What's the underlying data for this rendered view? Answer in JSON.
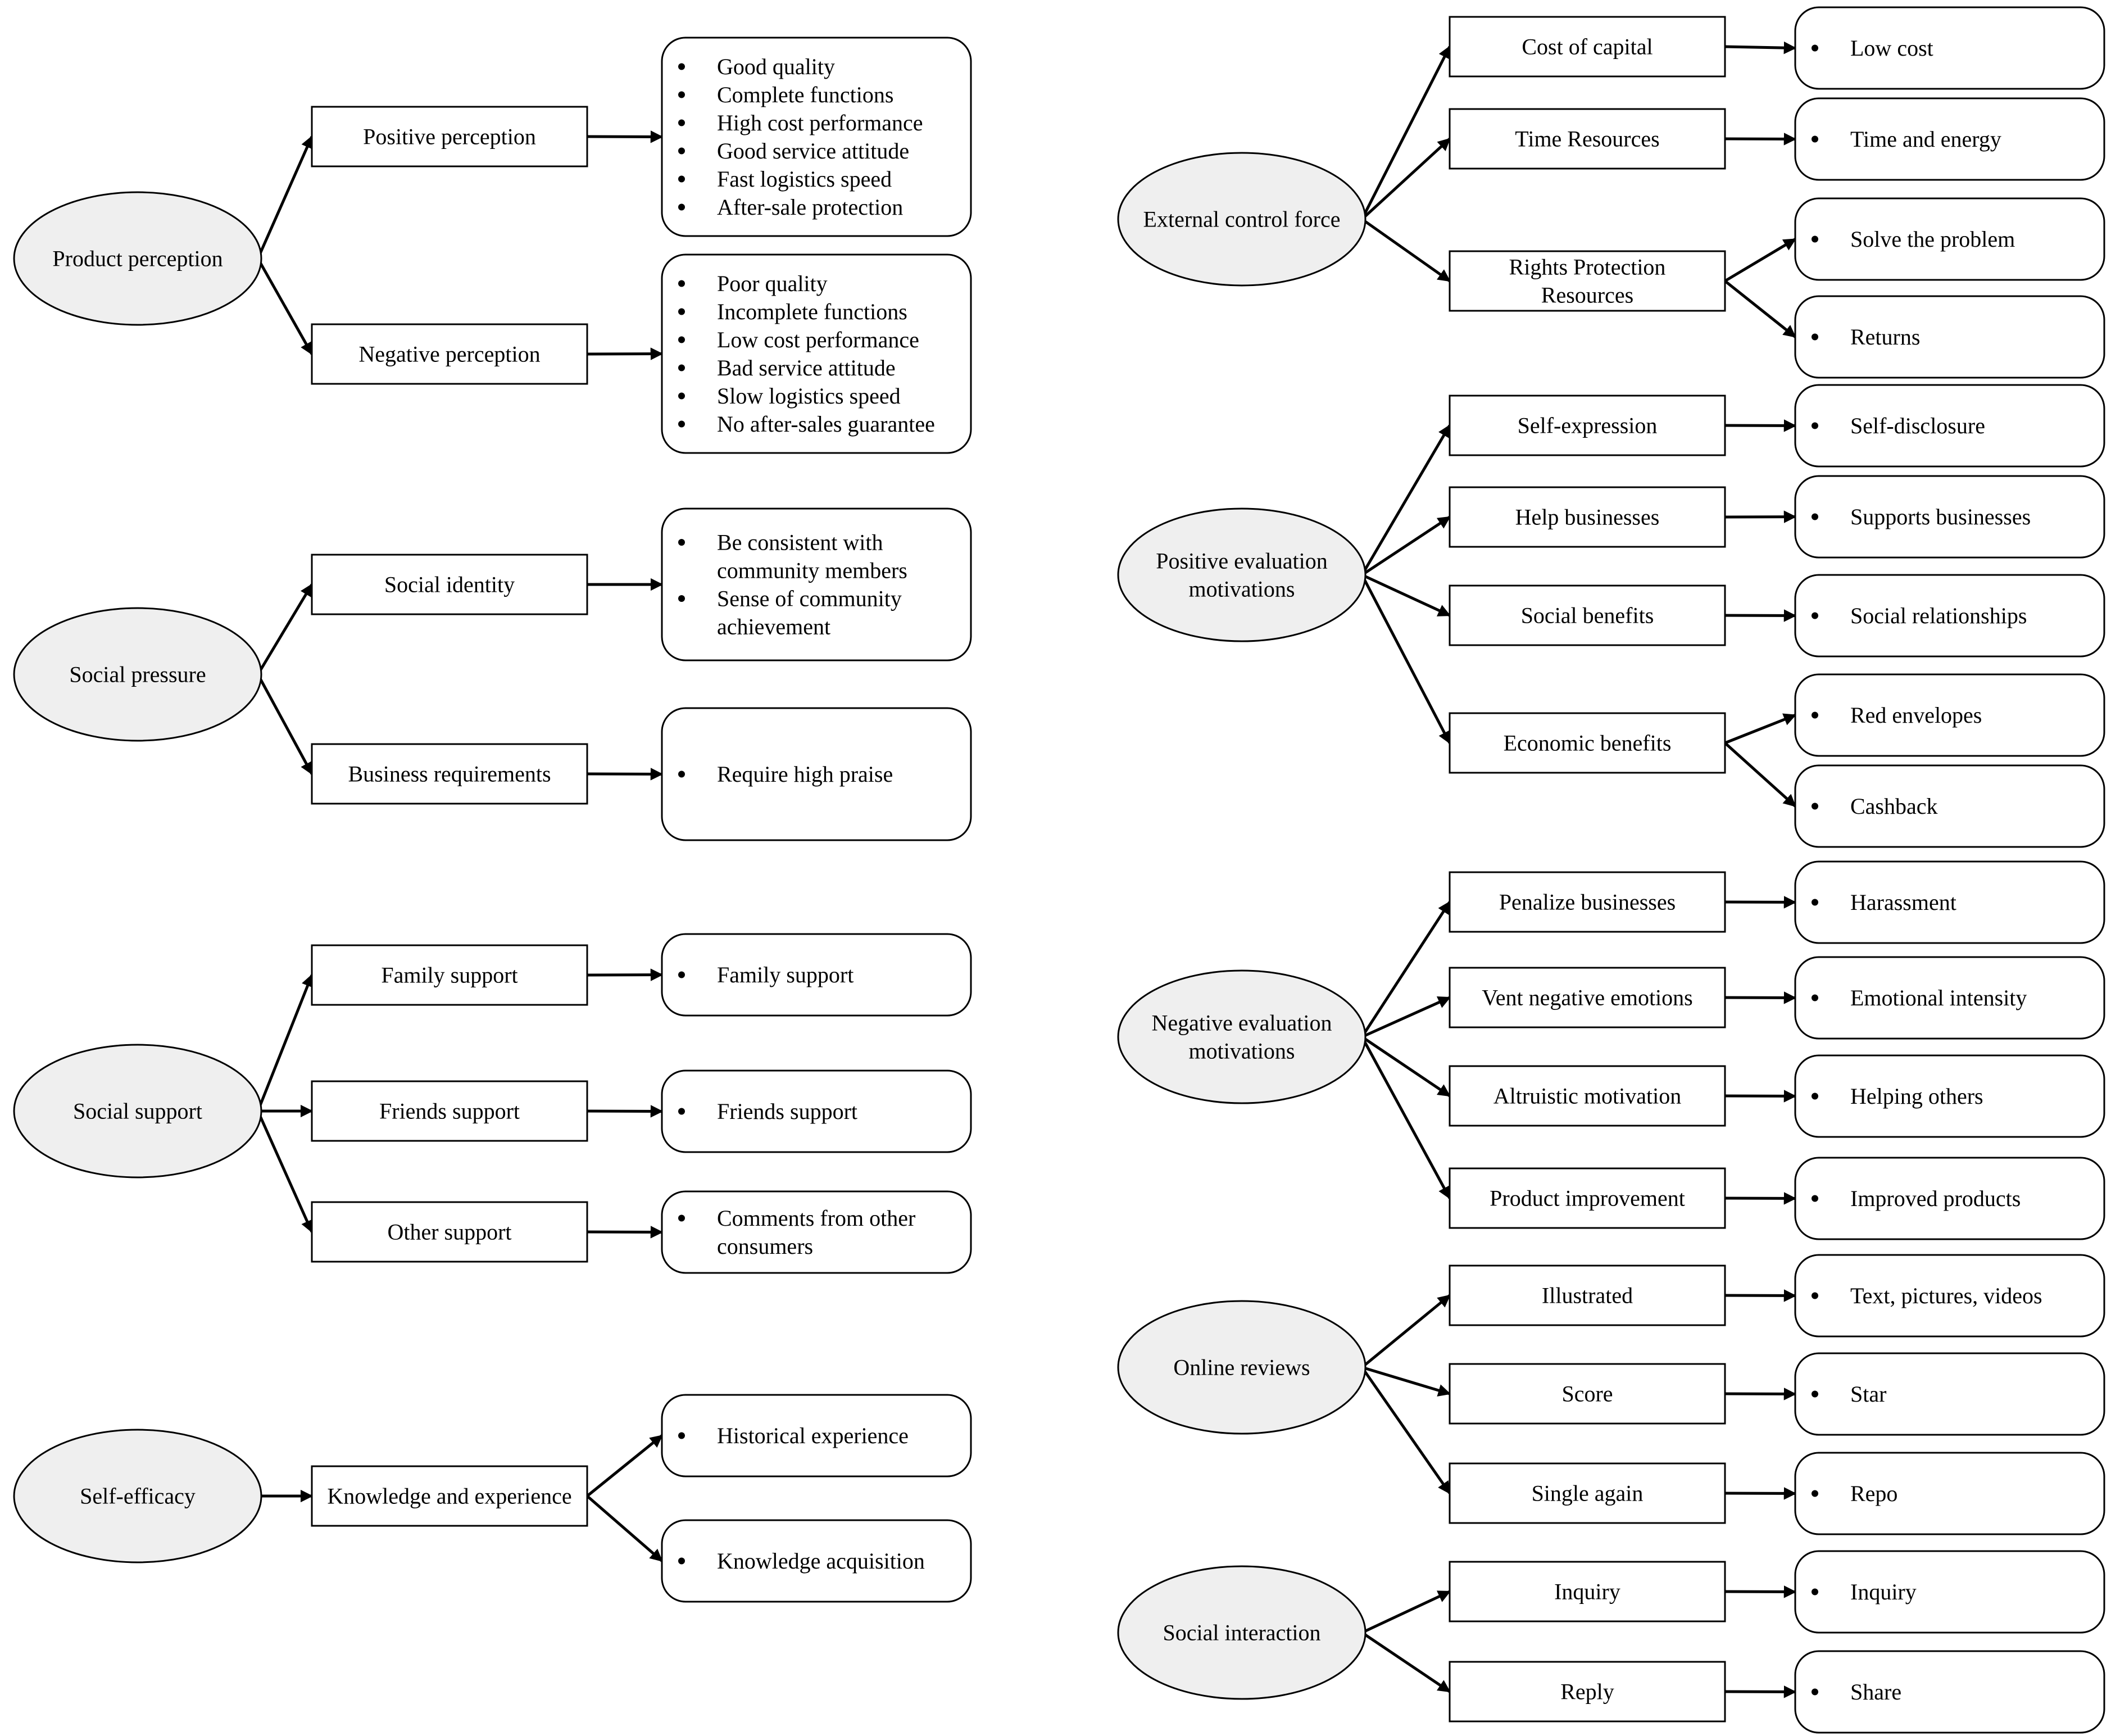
{
  "diagram": {
    "categories": [
      {
        "label": "Product perception",
        "factors": [
          {
            "label": "Positive perception",
            "outcomes": [
              {
                "items": [
                  "Good quality",
                  "Complete functions",
                  "High cost performance",
                  "Good service attitude",
                  "Fast logistics speed",
                  "After-sale protection"
                ]
              }
            ]
          },
          {
            "label": "Negative perception",
            "outcomes": [
              {
                "items": [
                  "Poor quality",
                  "Incomplete functions",
                  "Low cost performance",
                  "Bad service attitude",
                  "Slow logistics speed",
                  "No after-sales guarantee"
                ]
              }
            ]
          }
        ]
      },
      {
        "label": "Social pressure",
        "factors": [
          {
            "label": "Social identity",
            "outcomes": [
              {
                "items": [
                  "Be consistent with community members",
                  "Sense of community achievement"
                ]
              }
            ]
          },
          {
            "label": "Business requirements",
            "outcomes": [
              {
                "items": [
                  "Require high praise"
                ]
              }
            ]
          }
        ]
      },
      {
        "label": "Social support",
        "factors": [
          {
            "label": "Family support",
            "outcomes": [
              {
                "items": [
                  "Family support"
                ]
              }
            ]
          },
          {
            "label": "Friends support",
            "outcomes": [
              {
                "items": [
                  "Friends support"
                ]
              }
            ]
          },
          {
            "label": "Other support",
            "outcomes": [
              {
                "items": [
                  "Comments from other consumers"
                ]
              }
            ]
          }
        ]
      },
      {
        "label": "Self-efficacy",
        "factors": [
          {
            "label": "Knowledge and experience",
            "outcomes": [
              {
                "items": [
                  "Historical experience"
                ]
              },
              {
                "items": [
                  "Knowledge acquisition"
                ]
              }
            ]
          }
        ]
      },
      {
        "label": "External control force",
        "factors": [
          {
            "label": "Cost of capital",
            "outcomes": [
              {
                "items": [
                  "Low cost"
                ]
              }
            ]
          },
          {
            "label": "Time Resources",
            "outcomes": [
              {
                "items": [
                  "Time and energy"
                ]
              }
            ]
          },
          {
            "label": "Rights Protection Resources",
            "outcomes": [
              {
                "items": [
                  "Solve the problem"
                ]
              },
              {
                "items": [
                  "Returns"
                ]
              }
            ]
          }
        ]
      },
      {
        "label": "Positive evaluation motivations",
        "factors": [
          {
            "label": "Self-expression",
            "outcomes": [
              {
                "items": [
                  "Self-disclosure"
                ]
              }
            ]
          },
          {
            "label": "Help businesses",
            "outcomes": [
              {
                "items": [
                  "Supports businesses"
                ]
              }
            ]
          },
          {
            "label": "Social benefits",
            "outcomes": [
              {
                "items": [
                  "Social relationships"
                ]
              }
            ]
          },
          {
            "label": "Economic benefits",
            "outcomes": [
              {
                "items": [
                  "Red envelopes"
                ]
              },
              {
                "items": [
                  "Cashback"
                ]
              }
            ]
          }
        ]
      },
      {
        "label": "Negative evaluation motivations",
        "factors": [
          {
            "label": "Penalize businesses",
            "outcomes": [
              {
                "items": [
                  "Harassment"
                ]
              }
            ]
          },
          {
            "label": "Vent negative emotions",
            "outcomes": [
              {
                "items": [
                  "Emotional intensity"
                ]
              }
            ]
          },
          {
            "label": "Altruistic motivation",
            "outcomes": [
              {
                "items": [
                  "Helping others"
                ]
              }
            ]
          },
          {
            "label": "Product improvement",
            "outcomes": [
              {
                "items": [
                  "Improved products"
                ]
              }
            ]
          }
        ]
      },
      {
        "label": "Online reviews",
        "factors": [
          {
            "label": "Illustrated",
            "outcomes": [
              {
                "items": [
                  "Text, pictures, videos"
                ]
              }
            ]
          },
          {
            "label": "Score",
            "outcomes": [
              {
                "items": [
                  "Star"
                ]
              }
            ]
          },
          {
            "label": "Single again",
            "outcomes": [
              {
                "items": [
                  "Repo"
                ]
              }
            ]
          }
        ]
      },
      {
        "label": "Social interaction",
        "factors": [
          {
            "label": "Inquiry",
            "outcomes": [
              {
                "items": [
                  "Inquiry"
                ]
              }
            ]
          },
          {
            "label": "Reply",
            "outcomes": [
              {
                "items": [
                  "Share"
                ]
              }
            ]
          }
        ]
      }
    ]
  }
}
